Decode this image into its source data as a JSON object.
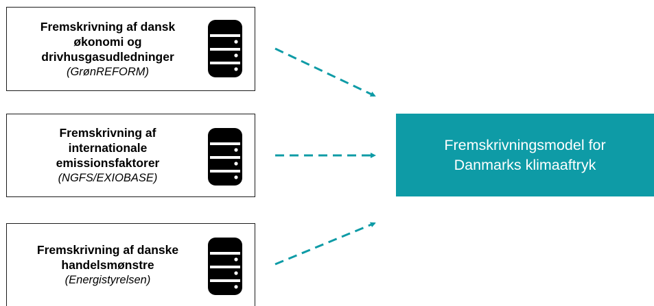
{
  "colors": {
    "accent": "#0e9ba6",
    "target_text": "#ffffff",
    "border": "#1a1a1a"
  },
  "sources": [
    {
      "title": "Fremskrivning af dansk\nøkonomi og\ndrivhusgasudledninger",
      "source": "(GrønREFORM)",
      "icon": "database-icon"
    },
    {
      "title": "Fremskrivning af\ninternationale\nemissionsfaktorer",
      "source": "(NGFS/EXIOBASE)",
      "icon": "database-icon"
    },
    {
      "title": "Fremskrivning af danske\nhandelsmønstre",
      "source": "(Energistyrelsen)",
      "icon": "database-icon"
    }
  ],
  "target": {
    "label": "Fremskrivningsmodel for\nDanmarks klimaaftryk"
  }
}
